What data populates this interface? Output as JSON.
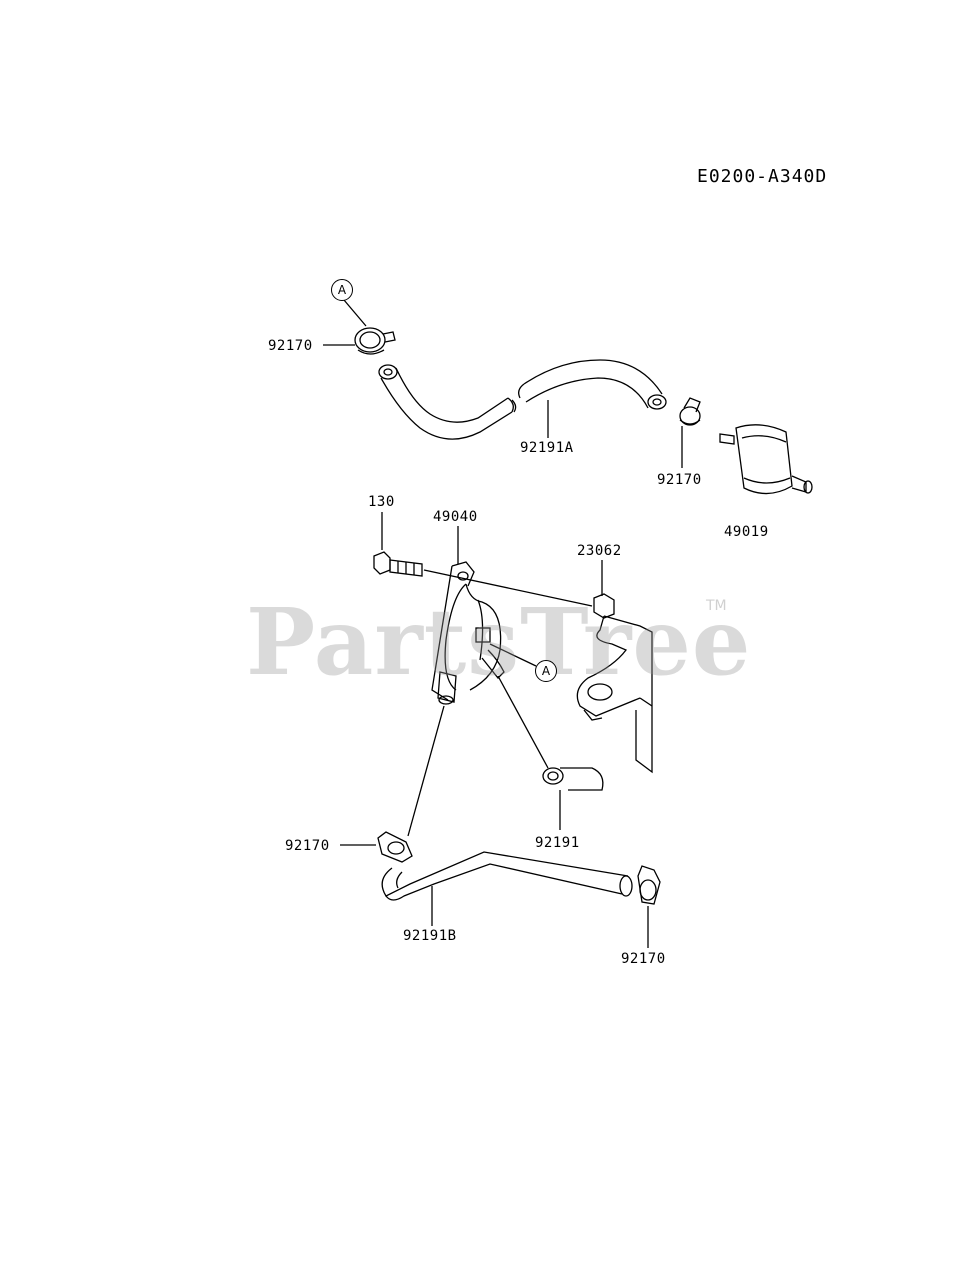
{
  "diagram": {
    "code": "E0200-A340D",
    "watermark": "PartsTree",
    "watermark_tm": "TM",
    "reference_marker": "A",
    "parts": {
      "clamp_top_left": "92170",
      "hose_upper": "92191A",
      "clamp_upper_right": "92170",
      "fuel_filter": "49019",
      "bolt": "130",
      "fuel_pump": "49040",
      "bracket": "23062",
      "hose_short": "92191",
      "clamp_lower_left": "92170",
      "hose_lower": "92191B",
      "clamp_lower_right": "92170"
    }
  }
}
